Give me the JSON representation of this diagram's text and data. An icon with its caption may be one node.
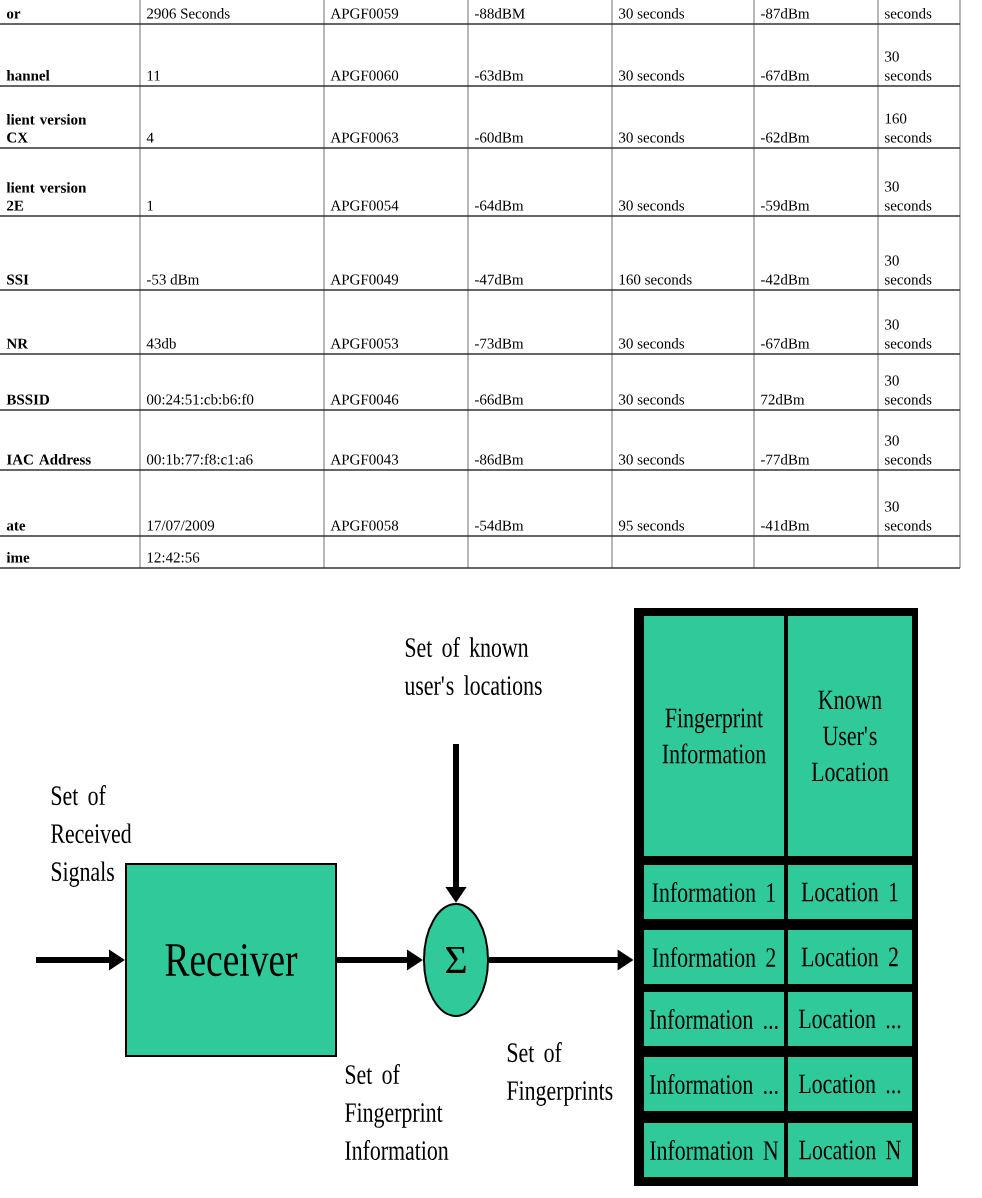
{
  "diagram": {
    "nodes": [
      {
        "text": [
          "Receiver"
        ]
      },
      {
        "text": [
          "Σ"
        ]
      },
      {
        "text": [],
        "shape": "box"
      },
      {
        "text": [
          "Fingerprint Information"
        ],
        "in": 2
      },
      {
        "text": [
          "Known User's Location"
        ],
        "in": 2
      },
      {
        "text": [
          "Information 1"
        ],
        "in": 2
      },
      {
        "text": [
          "Location 1"
        ],
        "in": 2
      },
      {
        "text": [
          "Information 2"
        ],
        "in": 2
      },
      {
        "text": [
          "Location 2"
        ],
        "in": 2
      },
      {
        "text": [
          "Information ..."
        ],
        "in": 2
      },
      {
        "text": [
          "Location ..."
        ],
        "in": 2
      },
      {
        "text": [
          "Information ..."
        ],
        "in": 2
      },
      {
        "text": [
          "Location ..."
        ],
        "in": 2
      },
      {
        "text": [
          "Information N"
        ],
        "in": 2
      },
      {
        "text": [
          "Location N"
        ],
        "in": 2
      }
    ],
    "edges": [
      {
        "from": null,
        "to": 0,
        "arrow": "to",
        "label": "Set of Received Signals"
      },
      {
        "from": null,
        "to": 1,
        "arrow": "to",
        "label": "Set of known user's locations"
      },
      {
        "from": 0,
        "to": 1,
        "arrow": "to",
        "label": "Set of Fingerprint Information"
      },
      {
        "from": 1,
        "to": 2,
        "arrow": "to",
        "label": "Set of Fingerprints"
      }
    ],
    "labels": [
      "or",
      "2906 Seconds",
      "APGF0059",
      "-88dBM",
      "30 seconds",
      "-87dBm",
      "seconds",
      "hannel",
      "11",
      "APGF0060",
      "-63dBm",
      "30 seconds",
      "-67dBm",
      "30 seconds",
      "lient version CX",
      "4",
      "APGF0063",
      "-60dBm",
      "30 seconds",
      "-62dBm",
      "160 seconds",
      "lient version 2E",
      "1",
      "APGF0054",
      "-64dBm",
      "30 seconds",
      "-59dBm",
      "30 seconds",
      "SSI",
      "-53 dBm",
      "APGF0049",
      "-47dBm",
      "160 seconds",
      "-42dBm",
      "30 seconds",
      "NR",
      "43db",
      "APGF0053",
      "-73dBm",
      "30 seconds",
      "-67dBm",
      "30 seconds",
      "BSSID",
      "00:24:51:cb:b6:f0",
      "APGF0046",
      "-66dBm",
      "30 seconds",
      "72dBm",
      "30 seconds",
      "IAC Address",
      "00:1b:77:f8:c1:a6",
      "APGF0043",
      "-86dBm",
      "30 seconds",
      "-77dBm",
      "30 seconds",
      "ate",
      "17/07/2009",
      "APGF0058",
      "-54dBm",
      "95 seconds",
      "-41dBm",
      "30 seconds",
      "ime",
      "12:42:56"
    ]
  }
}
